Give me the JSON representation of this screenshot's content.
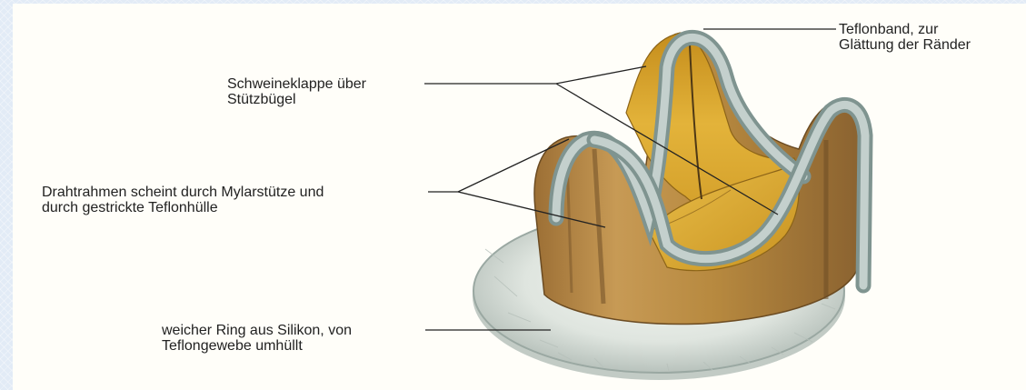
{
  "figure": {
    "labels": {
      "teflon_band": {
        "line1": "Teflonband, zur",
        "line2": "Glättung der Ränder"
      },
      "porcine_valve": {
        "line1": "Schweineklappe über",
        "line2": "Stützbügel"
      },
      "wire_frame": {
        "line1": "Drahtrahmen scheint durch Mylarstütze und",
        "line2": "durch gestrickte Teflonhülle"
      },
      "sewing_ring": {
        "line1": "weicher Ring aus Silikon, von",
        "line2": "Teflongewebe umhüllt"
      }
    },
    "colors": {
      "background": "#fffef9",
      "page_border": "#e2ebf6",
      "leaflet_gold": "#d9a62b",
      "stent_tan": "#b4894b",
      "teflon_band": "#a7b7b4",
      "silicone_ring": "#d9dfd9",
      "leader_line": "#222222"
    }
  }
}
